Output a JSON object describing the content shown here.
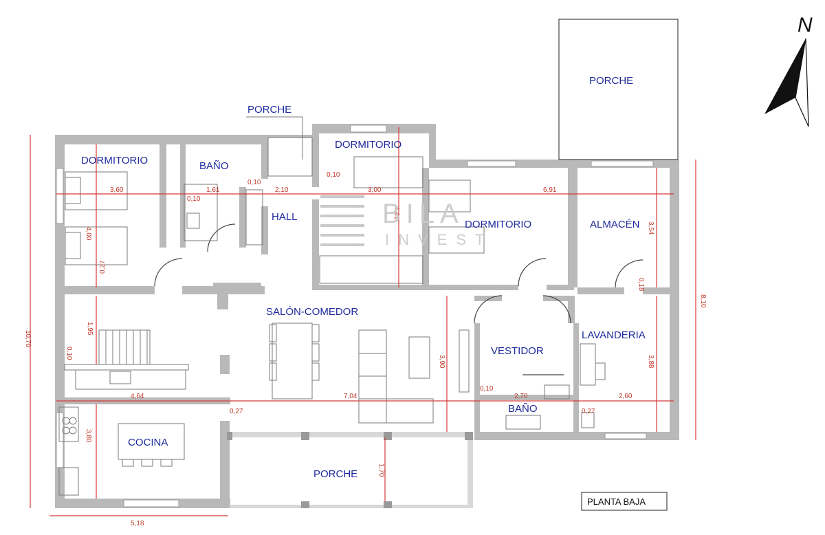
{
  "rooms": {
    "dormitorio_1": "DORMITORIO",
    "bano_1": "BAÑO",
    "porche_small": "PORCHE",
    "dormitorio_2": "DORMITORIO",
    "porche_top": "PORCHE",
    "hall": "HALL",
    "dormitorio_3": "DORMITORIO",
    "almacen": "ALMACÉN",
    "salon_comedor": "SALÓN-COMEDOR",
    "vestidor": "VESTIDOR",
    "lavanderia": "LAVANDERIA",
    "bano_2": "BAÑO",
    "cocina": "COCINA",
    "porche_bottom": "PORCHE"
  },
  "dimensions": {
    "d_3_60": "3,60",
    "d_1_61": "1,61",
    "d_0_10_a": "0,10",
    "d_0_10_b": "0,10",
    "d_2_10": "2,10",
    "d_0_10_c": "0,10",
    "d_3_00": "3,00",
    "d_6_91": "6,91",
    "d_4_00": "4,00",
    "d_4_41": "4,41",
    "d_3_54": "3,54",
    "d_0_27_a": "0,27",
    "d_0_18": "0,18",
    "d_8_10": "8,10",
    "d_10_70": "10,70",
    "d_1_95": "1,95",
    "d_0_10_d": "0,10",
    "d_3_90": "3,90",
    "d_3_88": "3,88",
    "d_4_64": "4,64",
    "d_7_04": "7,04",
    "d_0_10_e": "0,10",
    "d_2_70": "2,70",
    "d_2_60": "2,60",
    "d_0_27_b": "0,27",
    "d_0_27_c": "0,27",
    "d_3_80": "3,80",
    "d_1_70": "1,70",
    "d_5_18": "5,18"
  },
  "watermark": {
    "brand": "BILA",
    "sub": "INVEST"
  },
  "plan_title": "PLANTA BAJA",
  "north_label": "N"
}
